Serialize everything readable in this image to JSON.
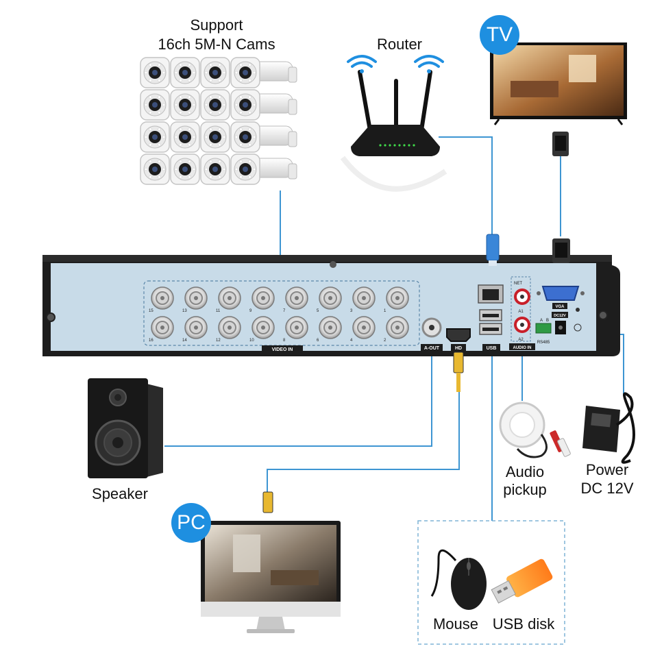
{
  "labels": {
    "cams_line1": "Support",
    "cams_line2": "16ch 5M-N Cams",
    "router": "Router",
    "tv": "TV",
    "pc": "PC",
    "speaker": "Speaker",
    "audio_line1": "Audio",
    "audio_line2": "pickup",
    "power_line1": "Power",
    "power_line2": "DC 12V",
    "mouse": "Mouse",
    "usb_disk": "USB disk"
  },
  "panel": {
    "video_in": "VIDEO IN",
    "a_out": "A-OUT",
    "hd": "HD",
    "usb": "USB",
    "audio_in": "AUDIO IN",
    "net": "NET",
    "a1": "A1",
    "a2": "A2",
    "vga": "VGA",
    "dc12v": "DC12V",
    "rs485": "RS485",
    "a": "A",
    "b": "B",
    "channels_top": [
      "15",
      "13",
      "11",
      "9",
      "7",
      "5",
      "3",
      "1"
    ],
    "channels_bottom": [
      "16",
      "14",
      "12",
      "10",
      "8",
      "6",
      "4",
      "2"
    ]
  },
  "colors": {
    "cable": "#3d95d2",
    "panel": "#c8dbe8",
    "badge": "#1e8fe0",
    "dashed": "#7fb3d6"
  }
}
